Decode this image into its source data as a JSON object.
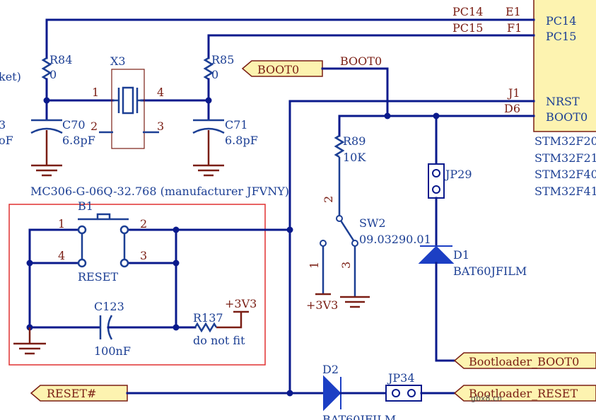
{
  "ic": {
    "pins": {
      "pc14": {
        "num": "E1",
        "name": "PC14",
        "net": "PC14"
      },
      "pc15": {
        "num": "F1",
        "name": "PC15",
        "net": "PC15"
      },
      "nrst": {
        "num": "J1",
        "name": "NRST"
      },
      "boot0": {
        "num": "D6",
        "name": "BOOT0"
      }
    },
    "part_names": [
      "STM32F20",
      "STM32F21",
      "STM32F40",
      "STM32F41"
    ]
  },
  "left_cut_text": {
    "a": "ket)",
    "b": "3",
    "c": "oF"
  },
  "r84": {
    "ref": "R84",
    "value": "0"
  },
  "r85": {
    "ref": "R85",
    "value": "0"
  },
  "x3": {
    "ref": "X3",
    "pin1": "1",
    "pin2": "2",
    "pin3": "3",
    "pin4": "4",
    "part": "MC306-G-06Q-32.768 (manufacturer JFVNY)"
  },
  "c70": {
    "ref": "C70",
    "value": "6.8pF"
  },
  "c71": {
    "ref": "C71",
    "value": "6.8pF"
  },
  "boot0_flag": {
    "label": "BOOT0",
    "net": "BOOT0"
  },
  "r89": {
    "ref": "R89",
    "value": "10K"
  },
  "sw2": {
    "ref": "SW2",
    "part": "09.03290.01",
    "pin1": "1",
    "pin2": "2",
    "pin3": "3",
    "supply": "+3V3"
  },
  "jp29": {
    "ref": "JP29"
  },
  "d1": {
    "ref": "D1",
    "part": "BAT60JFILM"
  },
  "b1": {
    "ref": "B1",
    "pin1": "1",
    "pin2": "2",
    "pin3": "3",
    "pin4": "4",
    "label": "RESET"
  },
  "c123": {
    "ref": "C123",
    "value": "100nF"
  },
  "r137": {
    "ref": "R137",
    "value": "do not fit",
    "supply": "+3V3"
  },
  "reset_flag": {
    "label": "RESET#"
  },
  "d2": {
    "ref": "D2",
    "part": "BAT60JFILM"
  },
  "jp34": {
    "ref": "JP34"
  },
  "bootloader_boot0": {
    "label": "Bootloader_BOOT0"
  },
  "bootloader_reset": {
    "label": "Bootloader_RESET"
  },
  "watermark": "gbx8.cn"
}
